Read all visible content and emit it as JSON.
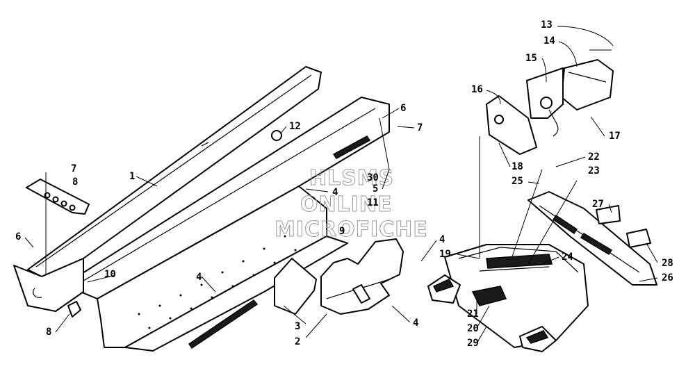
{
  "watermark": {
    "line1": "HLSMS",
    "line2": "ONLINE",
    "line3": "MICROFICHE",
    "color": "#999999"
  },
  "callouts": {
    "c1": "1",
    "c2": "2",
    "c3": "3",
    "c4a": "4",
    "c4b": "4",
    "c4c": "4",
    "c4d": "4",
    "c5": "5",
    "c6a": "6",
    "c6b": "6",
    "c7a": "7",
    "c7b": "7",
    "c8a": "8",
    "c8b": "8",
    "c9": "9",
    "c10": "10",
    "c11": "11",
    "c12": "12",
    "c13": "13",
    "c14": "14",
    "c15": "15",
    "c16": "16",
    "c17": "17",
    "c18": "18",
    "c19": "19",
    "c20": "20",
    "c21": "21",
    "c22": "22",
    "c23": "23",
    "c24": "24",
    "c25": "25",
    "c26": "26",
    "c27": "27",
    "c28": "28",
    "c29": "29",
    "c30": "30"
  },
  "colors": {
    "ink": "#000000",
    "paper": "#ffffff"
  }
}
